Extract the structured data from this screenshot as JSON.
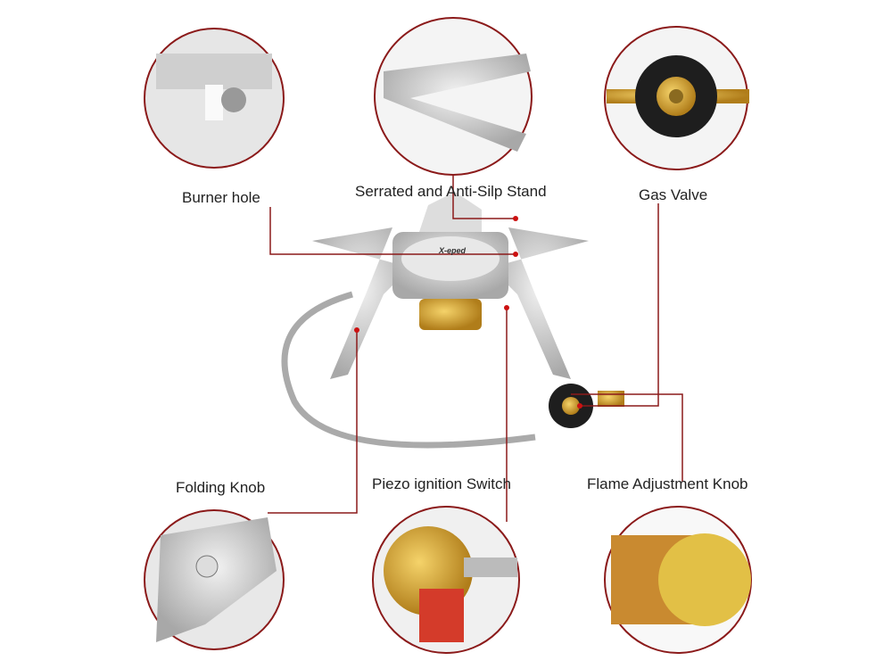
{
  "labels": {
    "burner_hole": "Burner hole",
    "stand": "Serrated and Anti-Silp Stand",
    "gas_valve": "Gas Valve",
    "folding_knob": "Folding Knob",
    "piezo": "Piezo ignition Switch",
    "flame_knob": "Flame Adjustment Knob"
  },
  "brand": "X-eped",
  "colors": {
    "accent": "#8b1a1a",
    "brass": "#d9a530",
    "steel": "#c8c8c8"
  }
}
